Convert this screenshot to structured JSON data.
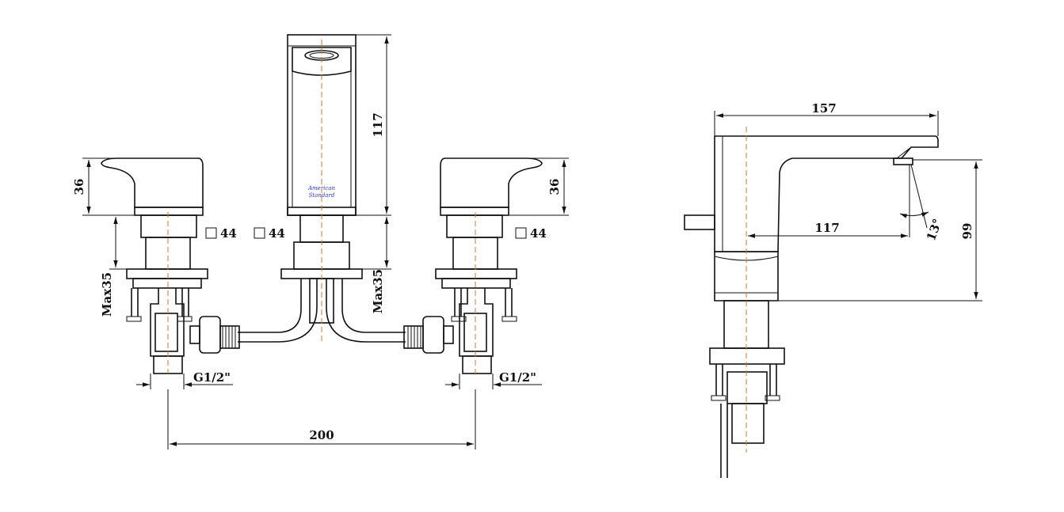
{
  "front_view": {
    "dim_handle_left": "36",
    "dim_handle_right": "36",
    "dim_spout_height": "117",
    "square_left": "44",
    "square_mid": "44",
    "square_right": "44",
    "max_left": "Max35",
    "max_mid": "Max35",
    "thread_left": "G1/2\"",
    "thread_right": "G1/2\"",
    "dim_spacing": "200"
  },
  "side_view": {
    "dim_length": "157",
    "dim_reach": "117",
    "dim_height": "99",
    "angle": "13°"
  },
  "logo": {
    "line1": "American",
    "line2": "Standard"
  }
}
